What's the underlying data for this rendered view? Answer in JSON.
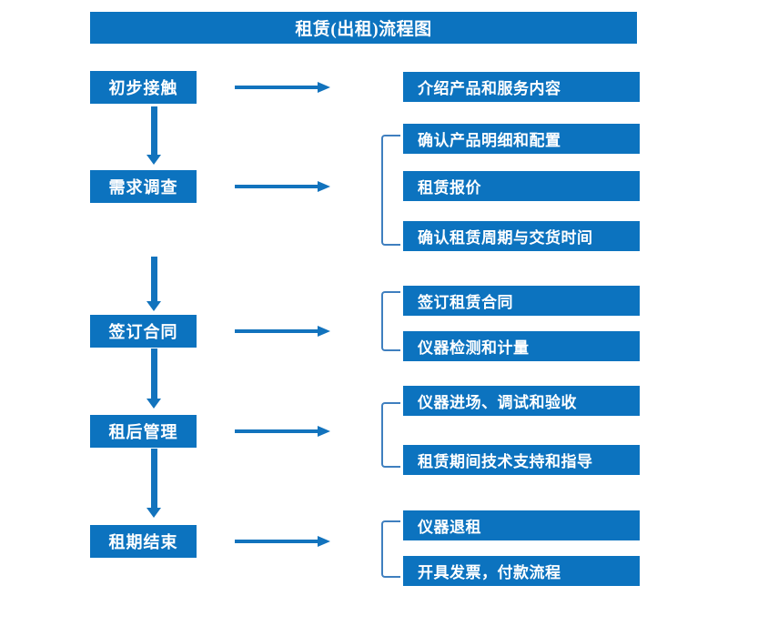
{
  "diagram": {
    "title": "租赁(出租)流程图",
    "colors": {
      "box_fill": "#0c73bf",
      "box_text": "#ffffff",
      "arrow": "#1273bd",
      "bracket": "#3f7fbf",
      "background": "#ffffff"
    },
    "stages": [
      {
        "label": "初步接触",
        "details": [
          "介绍产品和服务内容"
        ]
      },
      {
        "label": "需求调查",
        "details": [
          "确认产品明细和配置",
          "租赁报价",
          "确认租赁周期与交货时间"
        ]
      },
      {
        "label": "签订合同",
        "details": [
          "签订租赁合同",
          "仪器检测和计量"
        ]
      },
      {
        "label": "租后管理",
        "details": [
          "仪器进场、调试和验收",
          "租赁期间技术支持和指导"
        ]
      },
      {
        "label": "租期结束",
        "details": [
          "仪器退租",
          "开具发票，付款流程"
        ]
      }
    ]
  }
}
